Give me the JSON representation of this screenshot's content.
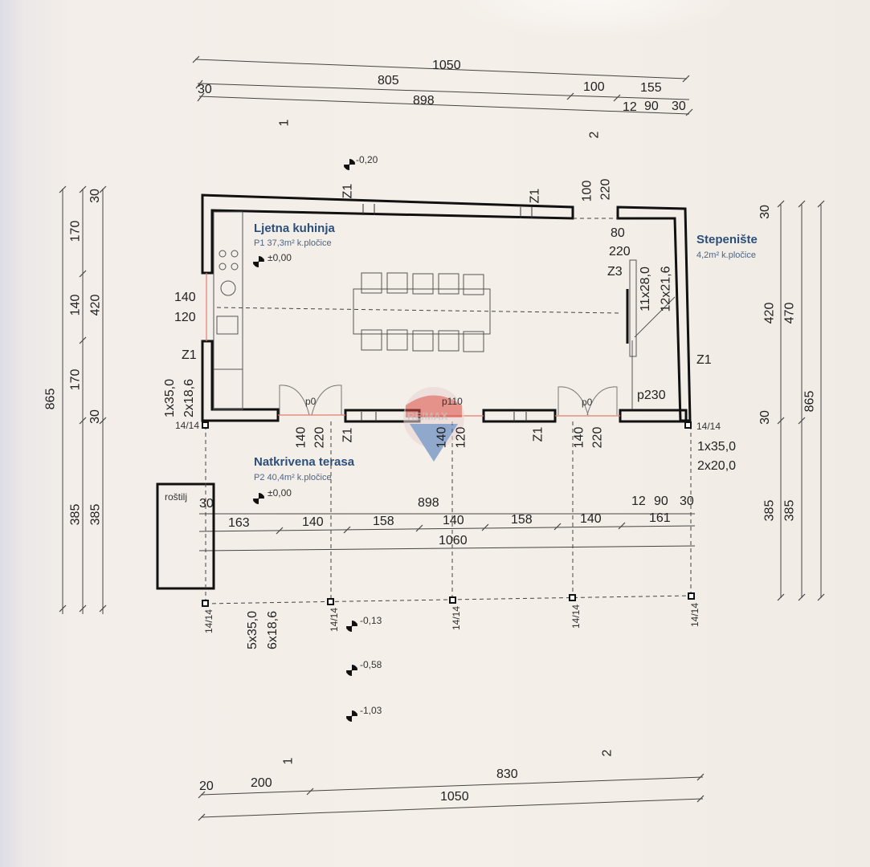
{
  "rooms": {
    "kitchen": {
      "name": "Ljetna kuhinja",
      "sub": "P1 37,3m² k.pločice",
      "level": "±0,00"
    },
    "stairs": {
      "name": "Stepenište",
      "sub": "4,2m² k.pločice"
    },
    "terrace": {
      "name": "Natkrivena terasa",
      "sub": "P2 40,4m² k.pločice",
      "level": "±0,00"
    },
    "grill": "roštilj"
  },
  "levels": {
    "top": "-0,20",
    "l1": "-0,13",
    "l2": "-0,58",
    "l3": "-1,03"
  },
  "dims_top": {
    "total": "1050",
    "d805": "805",
    "d100": "100",
    "d155": "155",
    "d30a": "30",
    "d898": "898",
    "d12": "12",
    "d90": "90",
    "d30b": "30"
  },
  "dims_left": {
    "total": "865",
    "d30a": "30",
    "d170a": "170",
    "d140": "140",
    "d420": "420",
    "d170b": "170",
    "d30b": "30",
    "d385a": "385",
    "d385b": "385"
  },
  "dims_right": {
    "total": "865",
    "d30a": "30",
    "d420": "420",
    "d470": "470",
    "d30b": "30",
    "d385a": "385",
    "d385b": "385"
  },
  "dims_terrace": {
    "d30a": "30",
    "d898": "898",
    "d12": "12",
    "d90": "90",
    "d30b": "30",
    "s163": "163",
    "s140a": "140",
    "s158a": "158",
    "s140b": "140",
    "s158b": "158",
    "s140c": "140",
    "s161": "161",
    "total": "1060"
  },
  "dims_bottom": {
    "d20": "20",
    "d200": "200",
    "d830": "830",
    "total": "1050"
  },
  "walls": {
    "z1a": "Z1",
    "z1b": "Z1",
    "z1c": "Z1",
    "z1d": "Z1",
    "z1e": "Z1",
    "z1f": "Z1",
    "z3": "Z3"
  },
  "openings": {
    "win_top_w": "100",
    "win_top_h": "220",
    "w80": "80",
    "h220": "220",
    "steps1": "11x28,0",
    "steps2": "12x21,6",
    "left_w": "140",
    "left_h": "120",
    "left_steps1": "1x35,0",
    "left_steps2": "2x18,6",
    "right_steps1": "1x35,0",
    "right_steps2": "2x20,0",
    "door1_w": "140",
    "door1_h": "220",
    "door2_w": "140",
    "door2_h": "120",
    "door3_w": "140",
    "door3_h": "220",
    "p0a": "p0",
    "p110": "p110",
    "p0b": "p0",
    "p230": "p230",
    "steps_bottom1": "5x35,0",
    "steps_bottom2": "6x18,6",
    "pillar": "14/14"
  },
  "sections": {
    "s1": "1",
    "s2": "2"
  },
  "watermark": "RE/MAX",
  "colors": {
    "wall": "#111111",
    "dim": "#333333",
    "room": "#2b4f7a",
    "watermark_red": "#d9473f",
    "watermark_blue": "#3f6fb5"
  }
}
